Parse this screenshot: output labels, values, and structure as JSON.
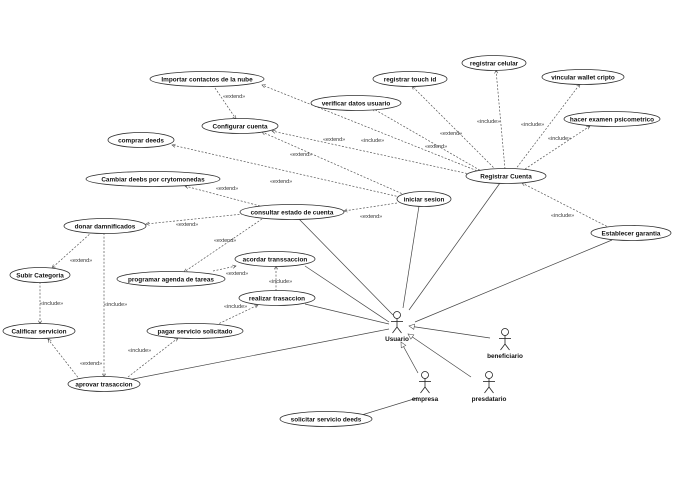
{
  "use_cases": {
    "importar": "Importar contactos de la nube",
    "registrar_touch": "registrar touch id",
    "registrar_celular": "registrar celular",
    "vincular_wallet": "vincular wallet cripto",
    "verificar_datos": "verificar datos usuario",
    "examen": "hacer examen psicometrico",
    "configurar": "Configurar cuenta",
    "comprar": "comprar deeds",
    "registrar_cuenta": "Registrar Cuenta",
    "cambiar": "Cambiar deebs por crytomonedas",
    "iniciar": "iniciar sesion",
    "consultar": "consultar estado de cuenta",
    "donar": "donar damnificados",
    "establecer": "Establecer garantia",
    "acordar": "acordar transsaccion",
    "subir": "Subir Categoria",
    "programar": "programar agenda de tareas",
    "realizar": "realizar trasaccion",
    "calificar": "Calificar servicion",
    "pagar": "pagar servicio solicitado",
    "aprovar": "aprovar trasaccion",
    "solicitar": "solicitar servicio deeds"
  },
  "actors": {
    "usuario": "Usuario",
    "beneficiario": "beneficiario",
    "empresa": "empresa",
    "presdatario": "presdatario"
  },
  "edge_labels": {
    "extend": "«extend»",
    "include": "«include»"
  },
  "colors": {
    "line": "#444444",
    "text": "#111111",
    "background": "#ffffff"
  }
}
